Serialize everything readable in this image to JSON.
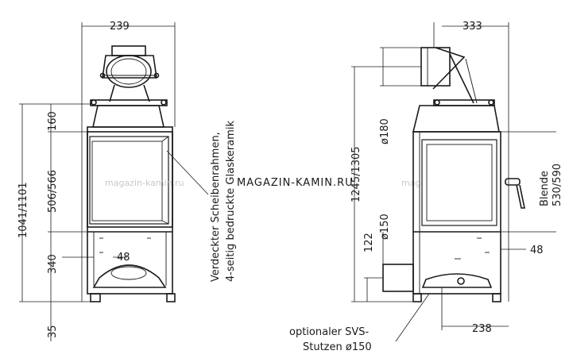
{
  "watermark": "MAGAZIN-KAMIN.RU",
  "watermark_faint_left": "magazin-kamin.ru",
  "watermark_faint_right": "magazin-kamin.ru",
  "front_view": {
    "dim_top_width": "239",
    "dim_height_total": "1041/1101",
    "dim_160": "160",
    "dim_506_566": "506/566",
    "dim_340": "340",
    "dim_48": "48",
    "dim_35": "35",
    "note_line1": "Verdeckter Scheibenrahmen,",
    "note_line2": "4-seitig bedruckte Glaskeramik"
  },
  "side_view": {
    "dim_top_width": "333",
    "dim_180": "ø180",
    "dim_1245_1305": "1245/1305",
    "dim_150": "ø150",
    "dim_122": "122",
    "dim_48": "48",
    "dim_238": "238",
    "blende_label": "Blende",
    "blende_value": "530/590",
    "option_line1": "optionaler SVS-",
    "option_line2": "Stutzen ø150"
  }
}
